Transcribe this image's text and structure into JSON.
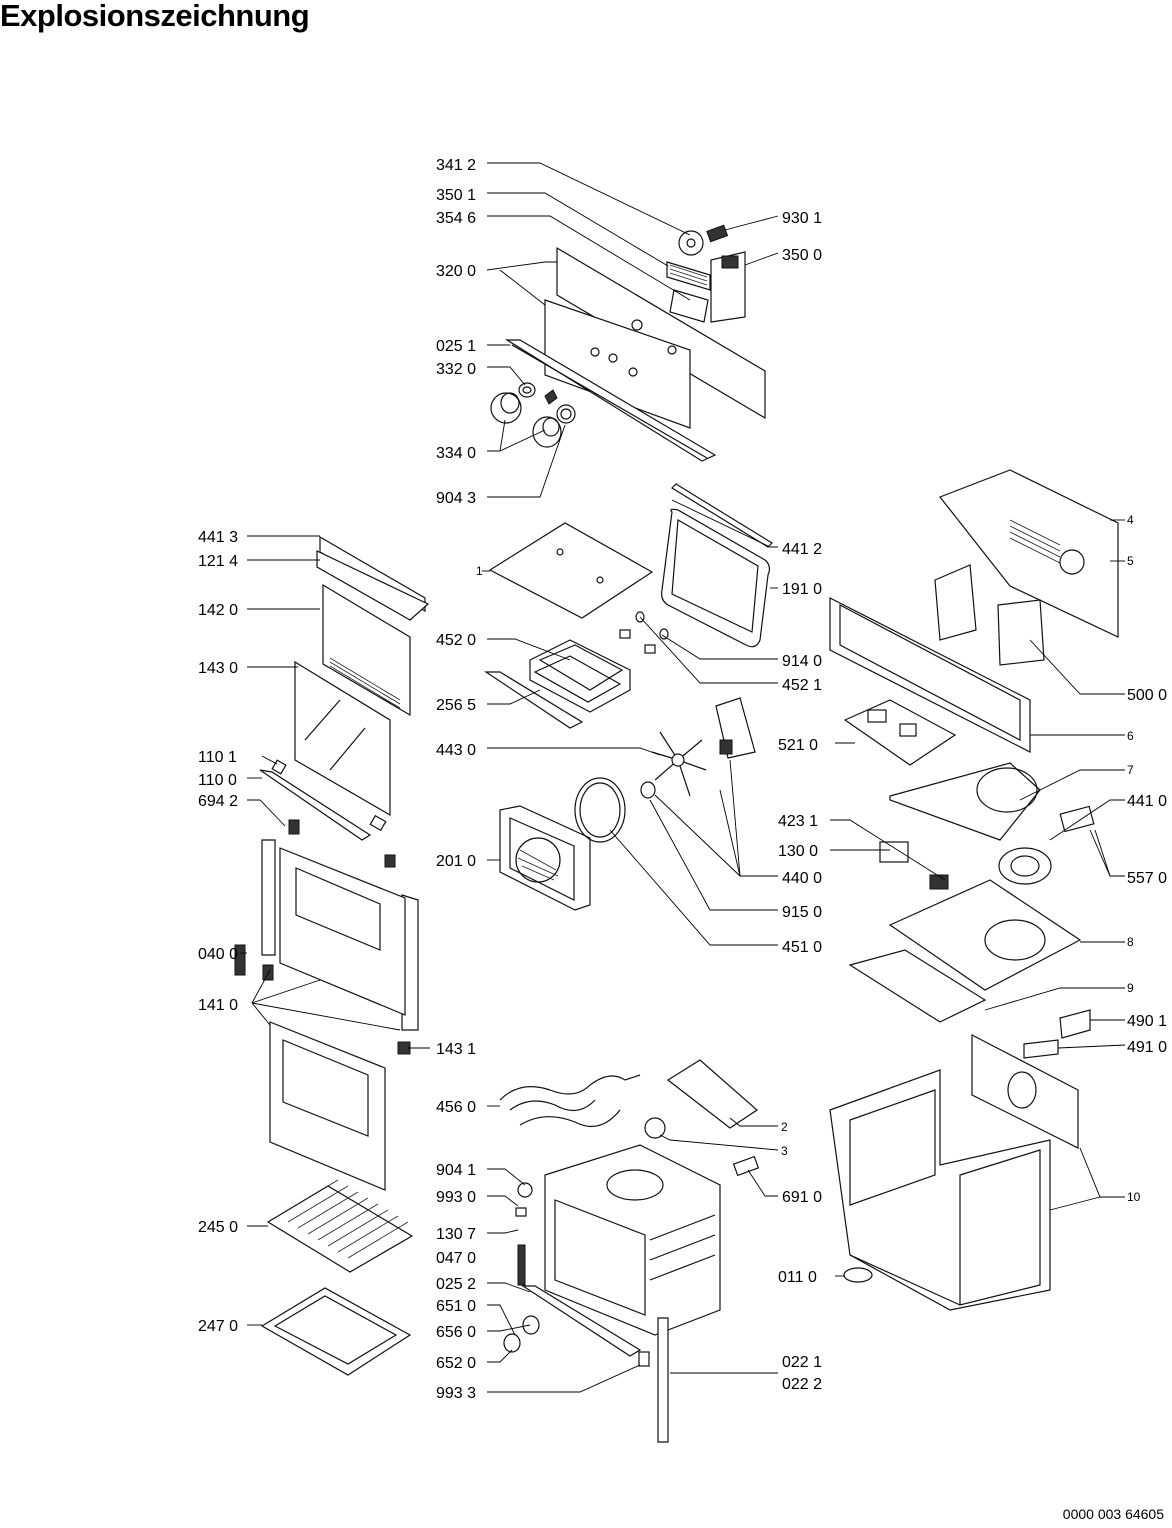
{
  "title": "Explosionszeichnung",
  "document_number": "0000 003 64605",
  "part_labels": [
    {
      "text": "341 2"
    },
    {
      "text": "350 1"
    },
    {
      "text": "354 6"
    },
    {
      "text": "930 1"
    },
    {
      "text": "350 0"
    },
    {
      "text": "320 0"
    },
    {
      "text": "025 1"
    },
    {
      "text": "332 0"
    },
    {
      "text": "334 0"
    },
    {
      "text": "904 3"
    },
    {
      "text": "441 3"
    },
    {
      "text": "121 4"
    },
    {
      "text": "142 0"
    },
    {
      "text": "143 0"
    },
    {
      "text": "110 1"
    },
    {
      "text": "110 0"
    },
    {
      "text": "694 2"
    },
    {
      "text": "040 0"
    },
    {
      "text": "141 0"
    },
    {
      "text": "143 1"
    },
    {
      "text": "245 0"
    },
    {
      "text": "247 0"
    },
    {
      "text": "1"
    },
    {
      "text": "441 2"
    },
    {
      "text": "191 0"
    },
    {
      "text": "452 0"
    },
    {
      "text": "914 0"
    },
    {
      "text": "452 1"
    },
    {
      "text": "256 5"
    },
    {
      "text": "443 0"
    },
    {
      "text": "521 0"
    },
    {
      "text": "201 0"
    },
    {
      "text": "440 0"
    },
    {
      "text": "915 0"
    },
    {
      "text": "451 0"
    },
    {
      "text": "423 1"
    },
    {
      "text": "130 0"
    },
    {
      "text": "441 0"
    },
    {
      "text": "557 0"
    },
    {
      "text": "4"
    },
    {
      "text": "5"
    },
    {
      "text": "500 0"
    },
    {
      "text": "6"
    },
    {
      "text": "7"
    },
    {
      "text": "8"
    },
    {
      "text": "9"
    },
    {
      "text": "490 1"
    },
    {
      "text": "491 0"
    },
    {
      "text": "456 0"
    },
    {
      "text": "2"
    },
    {
      "text": "3"
    },
    {
      "text": "904 1"
    },
    {
      "text": "993 0"
    },
    {
      "text": "691 0"
    },
    {
      "text": "130 7"
    },
    {
      "text": "047 0"
    },
    {
      "text": "025 2"
    },
    {
      "text": "651 0"
    },
    {
      "text": "656 0"
    },
    {
      "text": "652 0"
    },
    {
      "text": "993 3"
    },
    {
      "text": "022 1"
    },
    {
      "text": "022 2"
    },
    {
      "text": "011 0"
    },
    {
      "text": "10"
    }
  ]
}
